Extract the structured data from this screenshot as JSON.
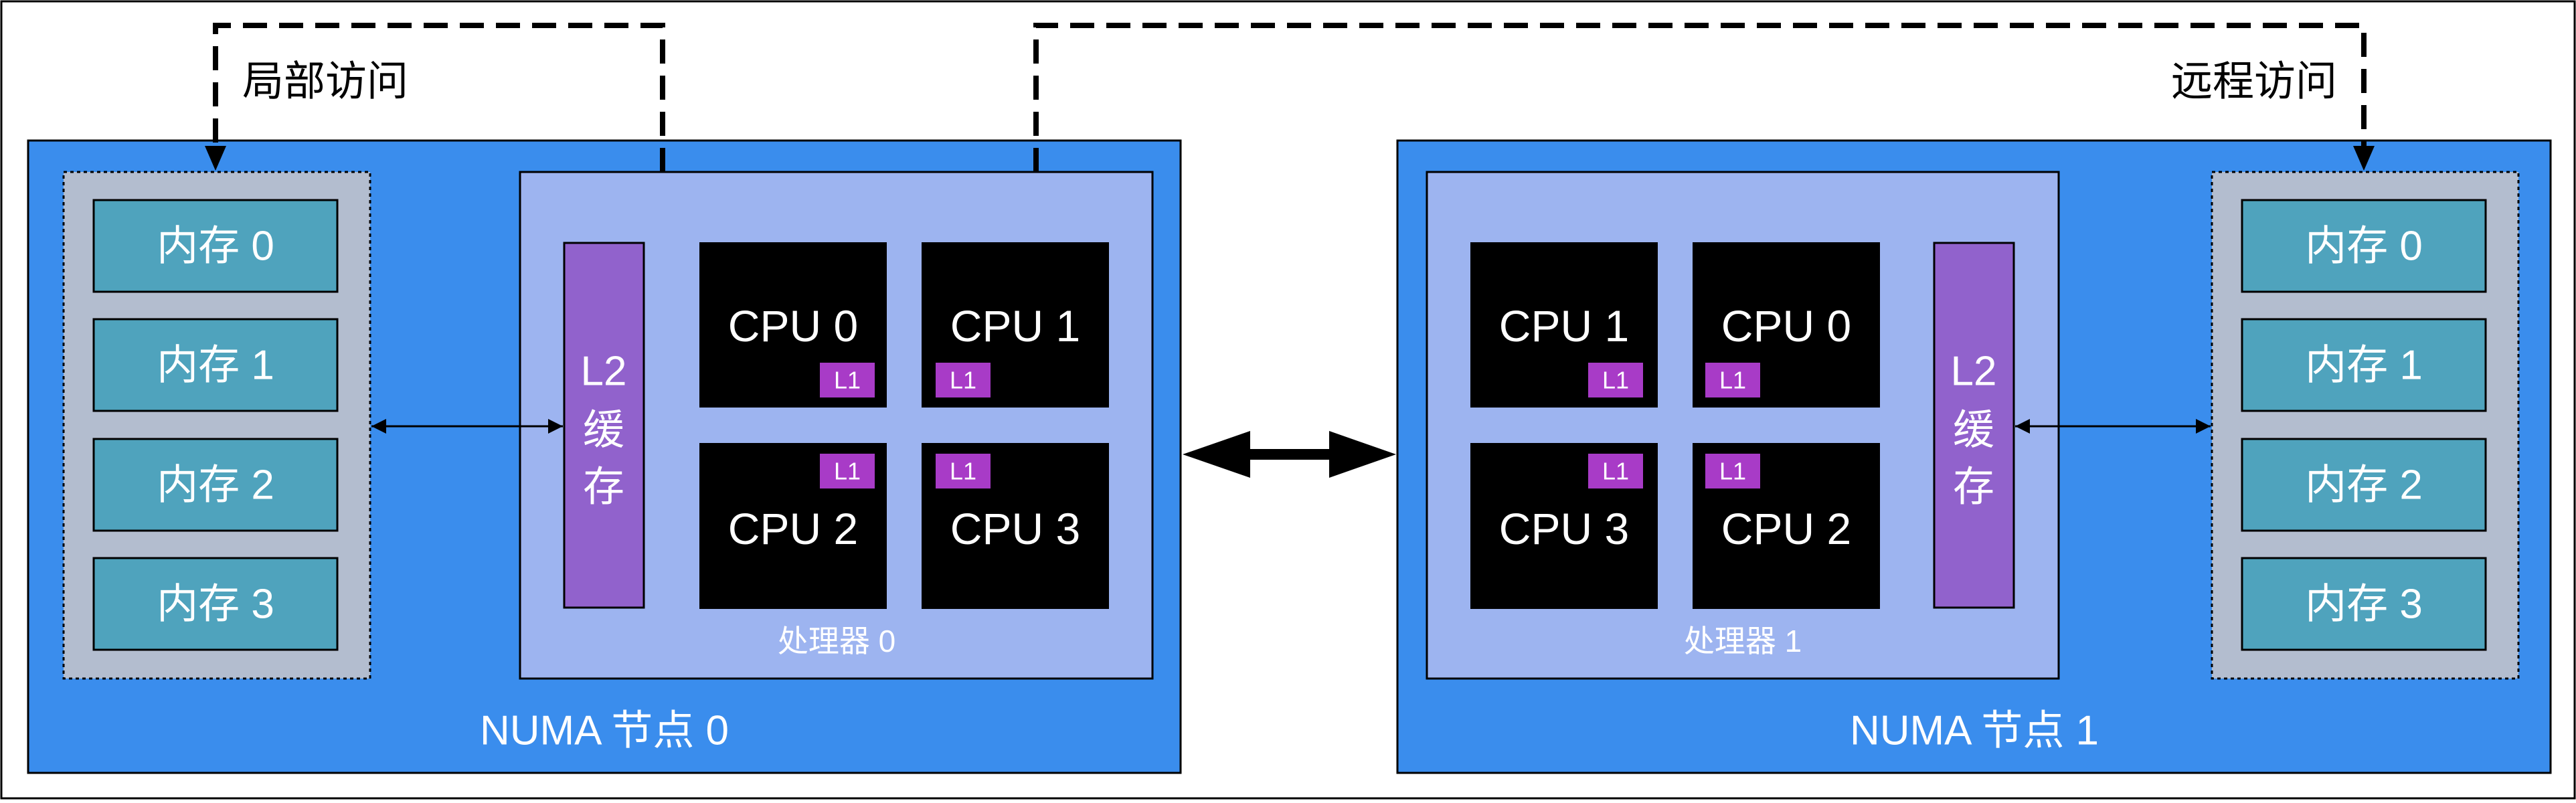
{
  "access": {
    "local_label": "局部访问",
    "remote_label": "远程访问"
  },
  "nodes": [
    {
      "label": "NUMA 节点 0",
      "processor_label": "处理器 0",
      "cache_label": [
        "L2",
        "缓",
        "存"
      ],
      "memory": [
        "内存 0",
        "内存 1",
        "内存 2",
        "内存 3"
      ],
      "cpus": [
        {
          "label": "CPU 0",
          "cache": "L1"
        },
        {
          "label": "CPU 1",
          "cache": "L1"
        },
        {
          "label": "CPU 2",
          "cache": "L1"
        },
        {
          "label": "CPU 3",
          "cache": "L1"
        }
      ]
    },
    {
      "label": "NUMA 节点 1",
      "processor_label": "处理器 1",
      "cache_label": [
        "L2",
        "缓",
        "存"
      ],
      "memory": [
        "内存 0",
        "内存 1",
        "内存 2",
        "内存 3"
      ],
      "cpus": [
        {
          "label": "CPU 1",
          "cache": "L1"
        },
        {
          "label": "CPU 0",
          "cache": "L1"
        },
        {
          "label": "CPU 3",
          "cache": "L1"
        },
        {
          "label": "CPU 2",
          "cache": "L1"
        }
      ]
    }
  ],
  "colors": {
    "node_fill": "#3a8ded",
    "processor_fill": "#9db4f0",
    "memory_group_fill": "#b3bdcf",
    "memory_cell_fill": "#4fa3bd",
    "cache_fill": "#9162cc",
    "cpu_fill": "#000000",
    "l1_fill": "#a83bc7"
  }
}
